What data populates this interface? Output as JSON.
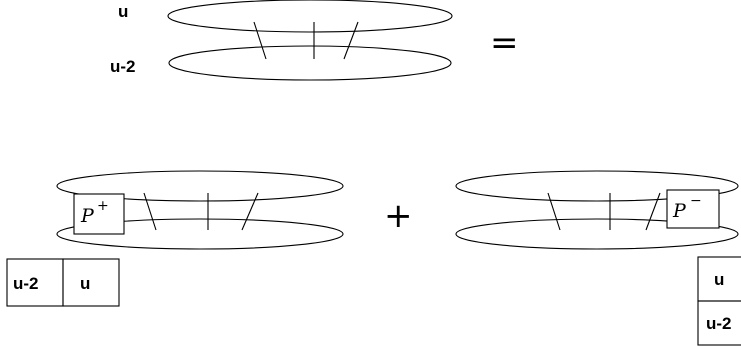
{
  "top": {
    "upper_label": "u",
    "lower_label": "u-2",
    "equals": "="
  },
  "bottom_left": {
    "projector_symbol": "P",
    "projector_sign": "+",
    "tableau_cells": [
      "u-2",
      "u"
    ]
  },
  "plus": "+",
  "bottom_right": {
    "projector_symbol": "P",
    "projector_sign": "−",
    "tableau_cells": [
      "u",
      "u-2"
    ]
  }
}
